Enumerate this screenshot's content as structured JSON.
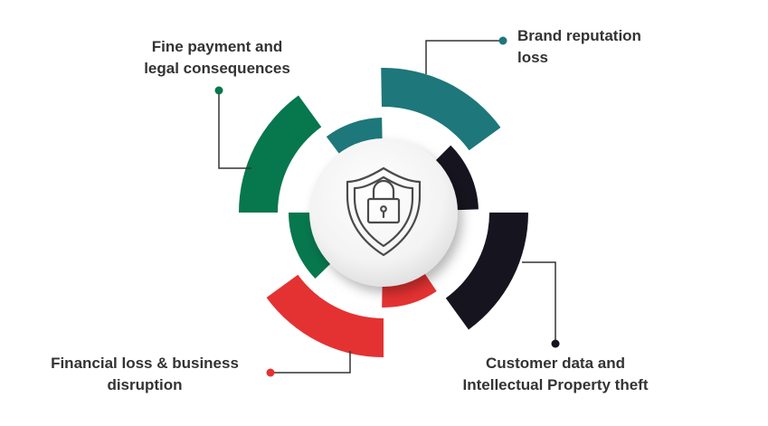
{
  "colors": {
    "green": "#07774D",
    "teal": "#1E777B",
    "navy": "#16151F",
    "red": "#E43232",
    "connector": "#333333",
    "icon": "#4A4A4A"
  },
  "center_icon": "shield-lock-icon",
  "segments": [
    {
      "id": "fine",
      "color_key": "green",
      "lines": [
        "Fine payment and",
        "legal consequences"
      ]
    },
    {
      "id": "brand",
      "color_key": "teal",
      "lines": [
        "Brand reputation",
        "loss"
      ]
    },
    {
      "id": "customer",
      "color_key": "navy",
      "lines": [
        "Customer data and",
        "Intellectual Property theft"
      ]
    },
    {
      "id": "financial",
      "color_key": "red",
      "lines": [
        "Financial loss & business",
        "disruption"
      ]
    }
  ]
}
